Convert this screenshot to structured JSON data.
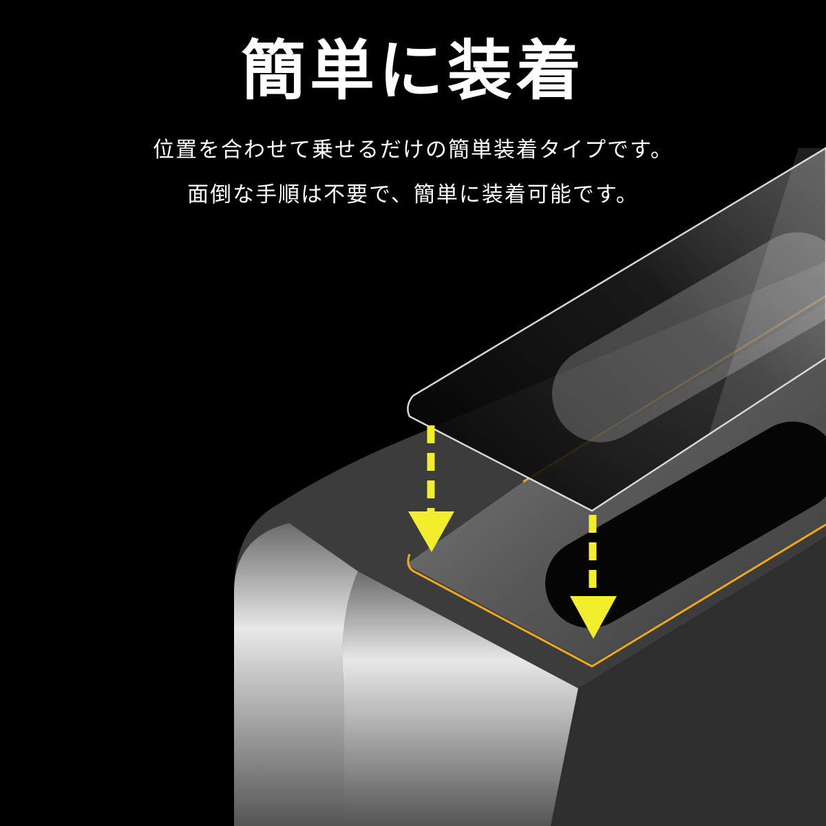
{
  "heading": "簡単に装着",
  "description": [
    "位置を合わせて乗せるだけの簡単装着タイプです。",
    "面倒な手順は不要で、簡単に装着可能です。"
  ],
  "colors": {
    "background": "#000000",
    "arrow": "#f2ee2e",
    "outline": "#f0a81c"
  }
}
